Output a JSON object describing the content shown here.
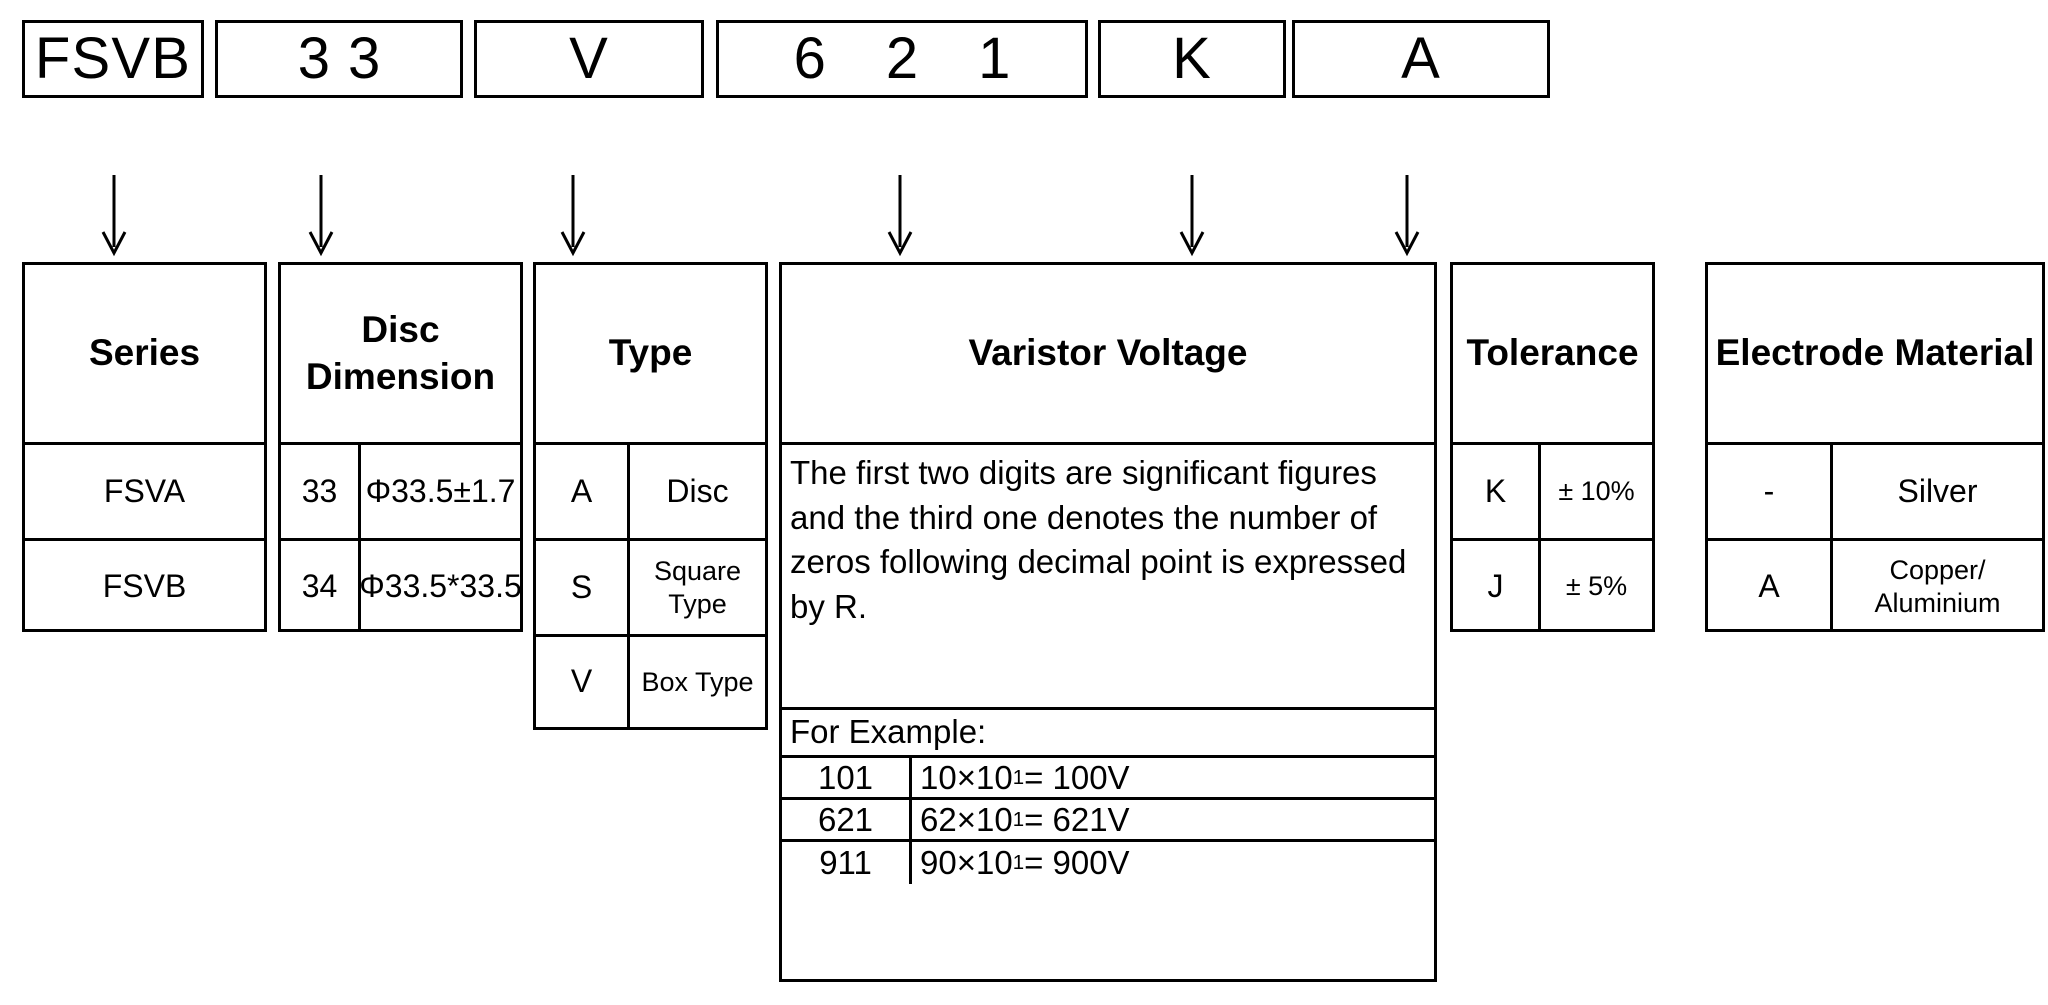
{
  "part_number_boxes": [
    {
      "name": "series-code",
      "value": "FSVB"
    },
    {
      "name": "dimension-code",
      "value": "33"
    },
    {
      "name": "type-code",
      "value": "V"
    },
    {
      "name": "voltage-code",
      "value": "621"
    },
    {
      "name": "tolerance-code",
      "value": "K"
    },
    {
      "name": "electrode-code",
      "value": "A"
    }
  ],
  "columns": {
    "series": {
      "header": "Series",
      "rows": [
        {
          "code": "FSVA"
        },
        {
          "code": "FSVB"
        }
      ]
    },
    "disc_dimension": {
      "header": "Disc Dimension",
      "rows": [
        {
          "code": "33",
          "value": "Φ33.5±1.7"
        },
        {
          "code": "34",
          "value": "Φ33.5*33.5"
        }
      ]
    },
    "type": {
      "header": "Type",
      "rows": [
        {
          "code": "A",
          "value": "Disc"
        },
        {
          "code": "S",
          "value": "Square Type"
        },
        {
          "code": "V",
          "value": "Box Type"
        }
      ]
    },
    "varistor_voltage": {
      "header": "Varistor Voltage",
      "description": "The first two digits are significant figures and the third one denotes the number of zeros following decimal point is expressed by R.",
      "example_title": "For Example:",
      "examples": [
        {
          "code": "101",
          "mantissa": "10×10",
          "exponent": "1",
          "result": " = 100V"
        },
        {
          "code": "621",
          "mantissa": "62×10",
          "exponent": "1",
          "result": " = 621V"
        },
        {
          "code": "911",
          "mantissa": "90×10",
          "exponent": "1",
          "result": " = 900V"
        }
      ]
    },
    "tolerance": {
      "header": "Tolerance",
      "rows": [
        {
          "code": "K",
          "value": "± 10%"
        },
        {
          "code": "J",
          "value": "± 5%"
        }
      ]
    },
    "electrode_material": {
      "header": "Electrode Material",
      "rows": [
        {
          "code": "-",
          "value": "Silver"
        },
        {
          "code": "A",
          "value": "Copper/ Aluminium"
        }
      ]
    }
  },
  "colors": {
    "line": "#000000",
    "background": "#ffffff"
  }
}
